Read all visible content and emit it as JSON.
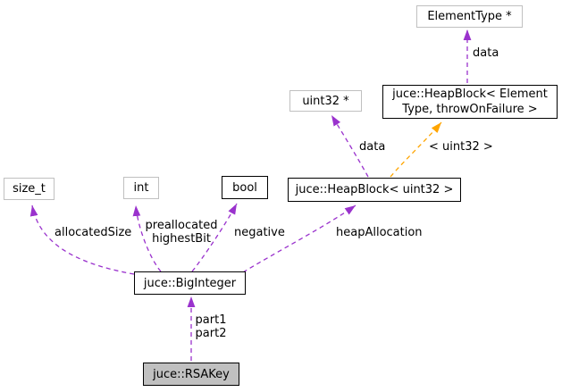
{
  "diagram": {
    "type": "collaboration-graph",
    "colors": {
      "usage_edge": "#9a32cd",
      "template_edge": "#ffa500",
      "node_border_dark": "#000000",
      "node_border_light": "#c0c0c0",
      "highlight_fill": "#c0c0c0",
      "background": "#ffffff",
      "text": "#000000"
    },
    "nodes": {
      "element_type": {
        "label": "ElementType *"
      },
      "heapblock_element": {
        "label": "juce::HeapBlock< Element\nType, throwOnFailure >"
      },
      "uint32_ptr": {
        "label": "uint32 *"
      },
      "heapblock_uint32": {
        "label": "juce::HeapBlock< uint32 >"
      },
      "size_t": {
        "label": "size_t"
      },
      "int": {
        "label": "int"
      },
      "bool": {
        "label": "bool"
      },
      "big_integer": {
        "label": "juce::BigInteger"
      },
      "rsa_key": {
        "label": "juce::RSAKey"
      }
    },
    "edge_labels": {
      "data_top": "data",
      "data_mid": "data",
      "template_instantiation": "< uint32 >",
      "allocated_size": "allocatedSize",
      "preallocated_highest_bit": "preallocated\nhighestBit",
      "negative": "negative",
      "heap_allocation": "heapAllocation",
      "part1_part2": "part1\npart2"
    }
  }
}
